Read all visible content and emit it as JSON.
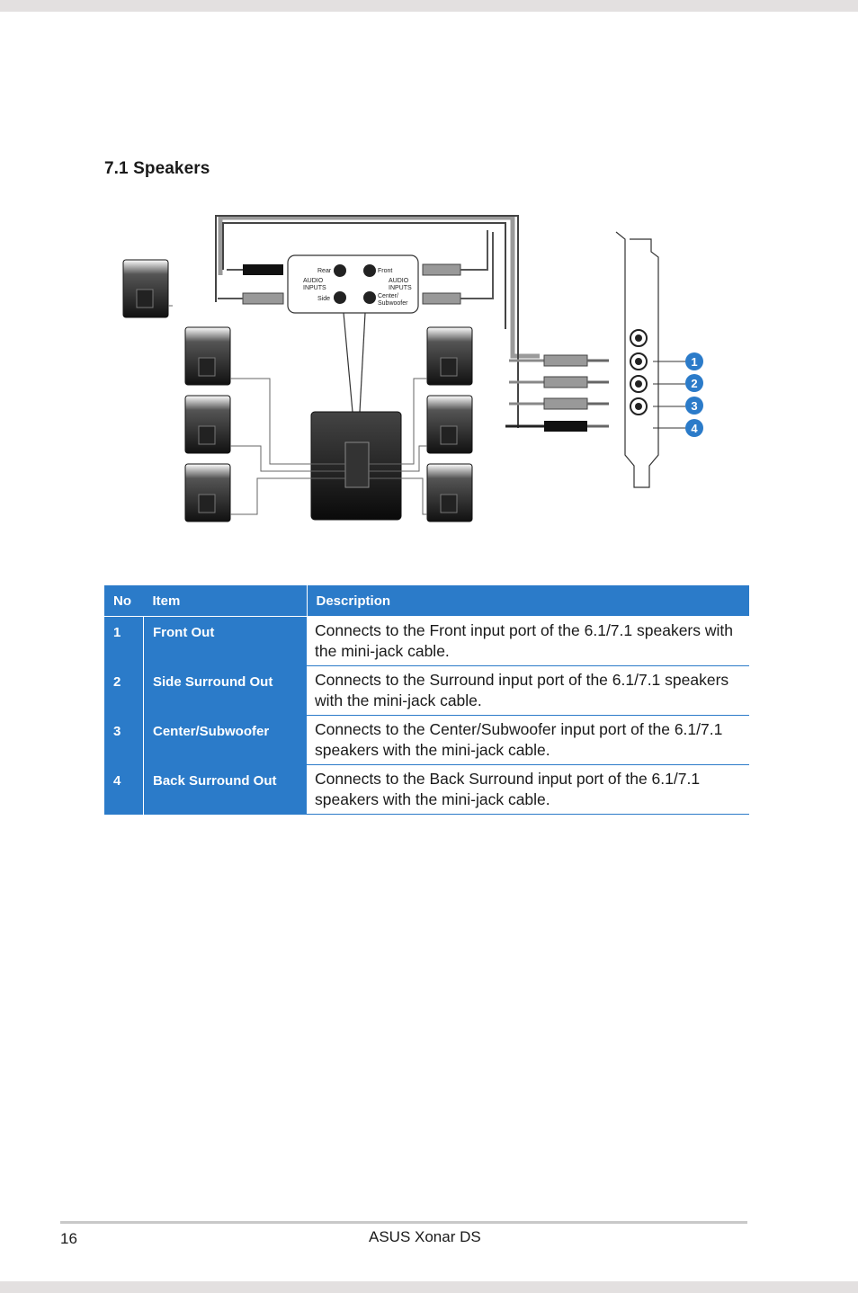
{
  "section": {
    "title": "7.1 Speakers"
  },
  "diagram": {
    "sub_panel_labels": {
      "rear": "Rear",
      "side": "Side",
      "front": "Front",
      "center": "Center/",
      "subwoofer": "Subwoofer",
      "audio": "AUDIO",
      "inputs": "INPUTS"
    },
    "callouts": [
      "1",
      "2",
      "3",
      "4"
    ],
    "callout_color": "#2b7bc9"
  },
  "table": {
    "headers": {
      "no": "No",
      "item": "Item",
      "description": "Description"
    },
    "rows": [
      {
        "no": "1",
        "item": "Front Out",
        "description": "Connects to the Front input port of the 6.1/7.1 speakers with the mini-jack cable."
      },
      {
        "no": "2",
        "item": "Side Surround Out",
        "description": "Connects to the Surround input port of the 6.1/7.1 speakers with the mini-jack cable."
      },
      {
        "no": "3",
        "item": "Center/Subwoofer",
        "description": "Connects to the Center/Subwoofer input port of the 6.1/7.1 speakers with the mini-jack cable."
      },
      {
        "no": "4",
        "item": "Back Surround Out",
        "description": "Connects to the Back Surround input port of the 6.1/7.1 speakers with the mini-jack cable."
      }
    ],
    "header_color": "#2b7bc9"
  },
  "footer": {
    "page_number": "16",
    "doc_name": "ASUS Xonar DS"
  }
}
